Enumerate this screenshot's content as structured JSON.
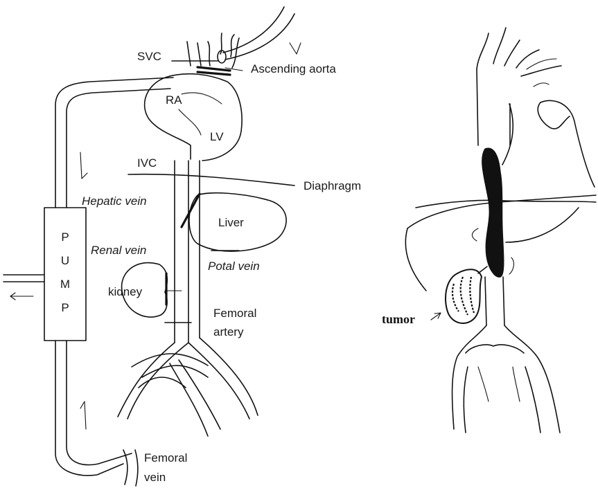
{
  "left_diagram": {
    "labels": {
      "svc": "SVC",
      "ascending_aorta": "Ascending aorta",
      "ra": "RA",
      "lv": "LV",
      "ivc": "IVC",
      "diaphragm": "Diaphragm",
      "hepatic_vein": "Hepatic vein",
      "liver": "Liver",
      "renal_vein": "Renal vein",
      "potal_vein": "Potal vein",
      "kidney": "kidney",
      "femoral_artery_line1": "Femoral",
      "femoral_artery_line2": "artery",
      "femoral_vein_line1": "Femoral",
      "femoral_vein_line2": "vein"
    },
    "pump": {
      "letters": [
        "P",
        "U",
        "M",
        "P"
      ]
    }
  },
  "right_diagram": {
    "labels": {
      "tumor": "tumor"
    }
  }
}
